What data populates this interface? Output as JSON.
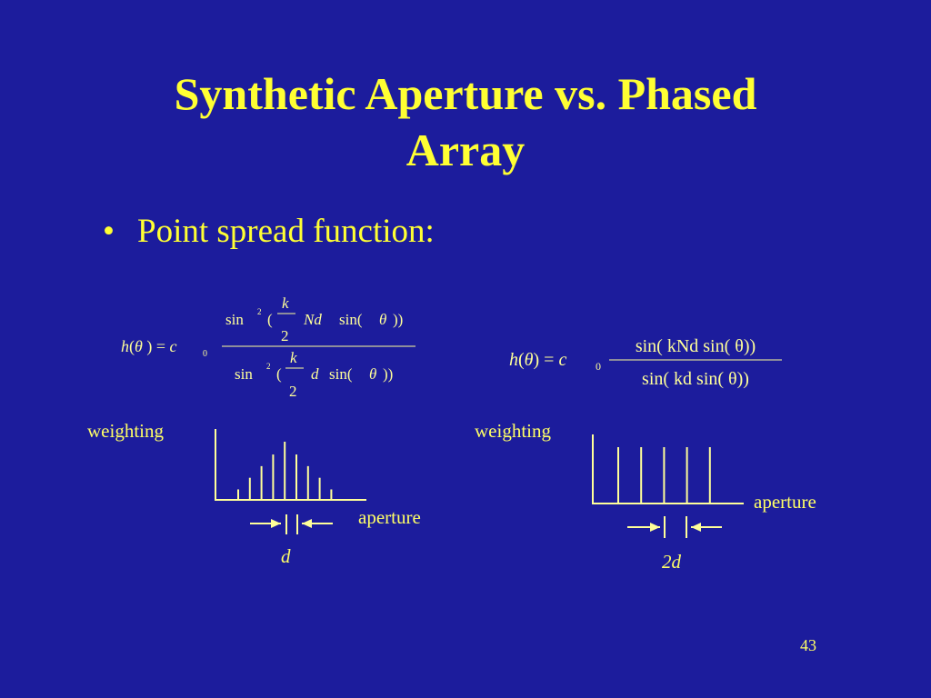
{
  "slide": {
    "title_line1": "Synthetic Aperture vs. Phased",
    "title_line2": "Array",
    "bullet": "Point spread function:",
    "page_number": "43"
  },
  "colors": {
    "background": "#1c1c9c",
    "text": "#ffff33",
    "lines": "#ffff99"
  },
  "left_equation": {
    "lhs": "h(θ) = c",
    "subscript": "0",
    "numerator": [
      "sin",
      "2",
      "(",
      "k",
      "2",
      "Nd",
      "sin(",
      "θ",
      "))"
    ],
    "denominator": [
      "sin",
      "2",
      "(",
      "k",
      "2",
      "d",
      "sin(",
      "θ",
      "))"
    ]
  },
  "right_equation": {
    "lhs": "h(θ) = c",
    "subscript": "0",
    "numerator": "sin( kNd sin( θ))",
    "denominator": "sin( kd sin( θ))"
  },
  "left_plot": {
    "y_label": "weighting",
    "x_label": "aperture",
    "spacing_label": "d",
    "weights": [
      0.18,
      0.38,
      0.58,
      0.78,
      1.0,
      0.78,
      0.58,
      0.38,
      0.18
    ]
  },
  "right_plot": {
    "y_label": "weighting",
    "x_label": "aperture",
    "spacing_label": "2d",
    "weights": [
      1,
      1,
      1,
      1,
      1
    ]
  }
}
